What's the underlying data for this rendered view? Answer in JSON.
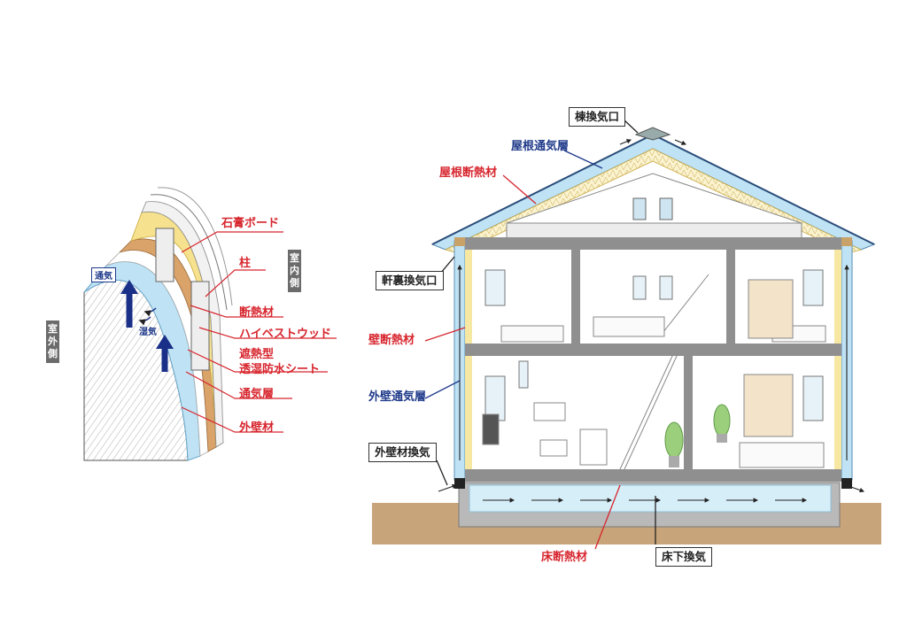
{
  "wall_section": {
    "labels": {
      "gypsum_board": "石膏ボード",
      "column": "柱",
      "insulation": "断熱材",
      "hi_best_wood": "ハイベストウッド",
      "heat_shield_line1": "遮熱型",
      "heat_shield_line2": "透湿防水シート",
      "air_layer": "通気層",
      "exterior_wall": "外壁材"
    },
    "tags": {
      "indoor": "室内側",
      "outdoor": "室外側",
      "ventilation": "通気",
      "moisture": "湿気"
    }
  },
  "house": {
    "labels": {
      "ridge_vent": "棟換気口",
      "roof_air_layer": "屋根通気層",
      "roof_insulation": "屋根断熱材",
      "eave_vent": "軒裏換気口",
      "wall_insulation": "壁断熱材",
      "exterior_air_layer": "外壁通気層",
      "exterior_wall_vent": "外壁材換気",
      "floor_insulation": "床断熱材",
      "underfloor_vent": "床下換気"
    }
  },
  "colors": {
    "label_red": "#d7262e",
    "label_blue": "#1f3a8a",
    "air_layer_blue": "#bfe3f4",
    "insulation_yellow": "#f6e7a2",
    "wall_gray": "#8f8f8f",
    "ground_brown": "#c8a47a"
  }
}
